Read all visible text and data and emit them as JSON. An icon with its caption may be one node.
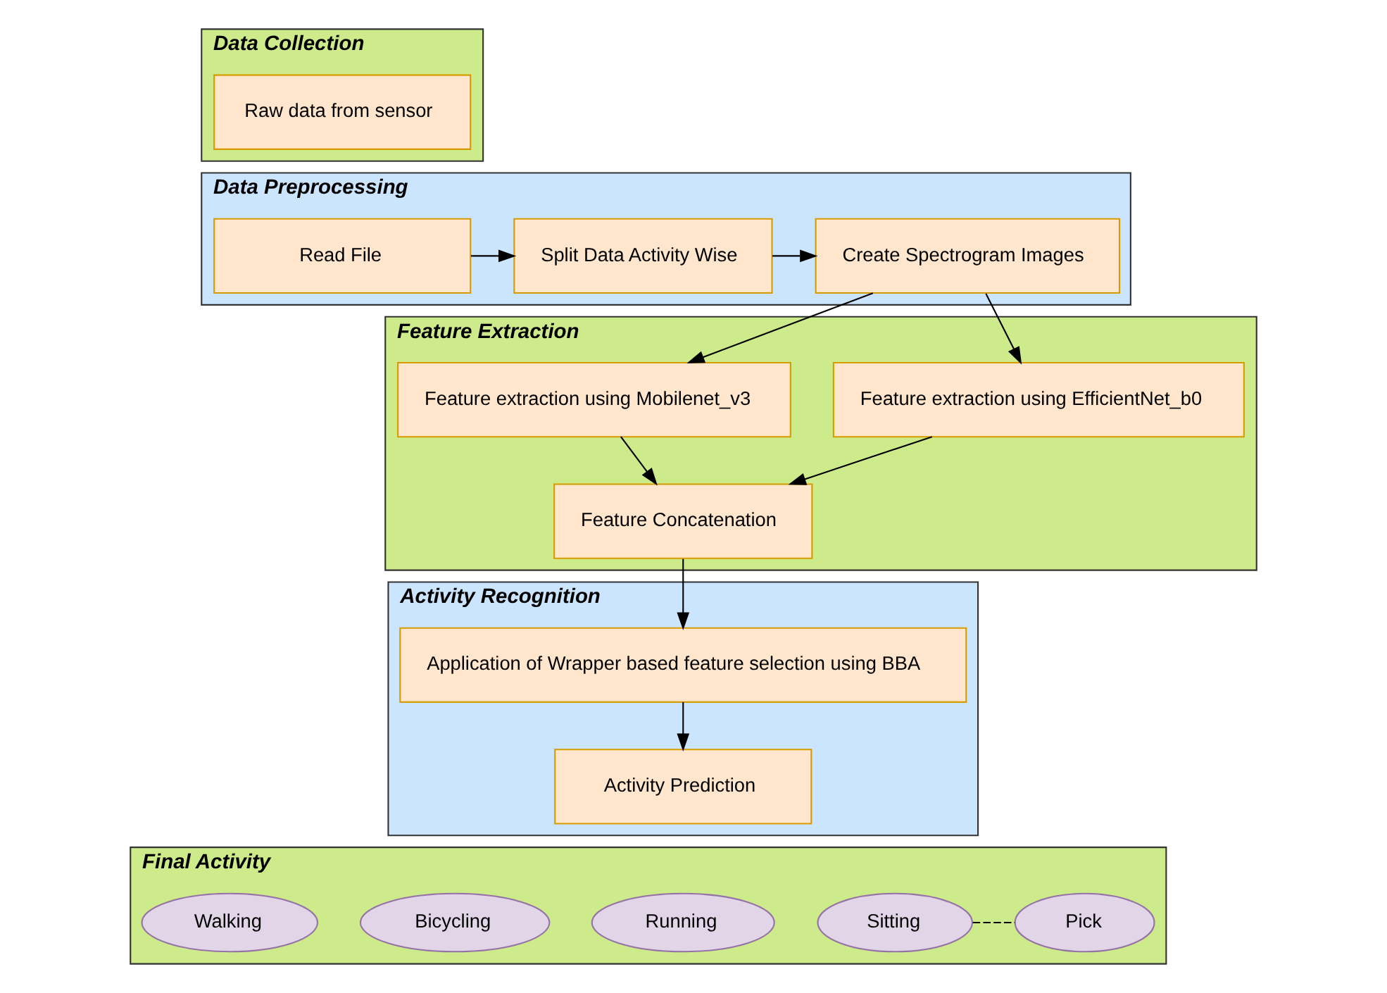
{
  "diagram": {
    "nodes": [
      {
        "text": [
          "Data Collection"
        ]
      },
      {
        "text": [
          "Raw data from sensor"
        ],
        "in": 0
      },
      {
        "text": [
          "Data Preprocessing"
        ]
      },
      {
        "text": [
          "Read File"
        ],
        "in": 2
      },
      {
        "text": [
          "Split Data Activity Wise"
        ],
        "in": 2
      },
      {
        "text": [
          "Create Spectrogram Images"
        ],
        "in": 2
      },
      {
        "text": [
          "Feature Extraction"
        ]
      },
      {
        "text": [
          "Feature extraction using EfficientNet_b0"
        ],
        "in": 6
      },
      {
        "text": [
          "Feature extraction using Mobilenet_v3"
        ],
        "in": 6
      },
      {
        "text": [
          "Feature Concatenation"
        ],
        "in": 6
      },
      {
        "text": [
          "Activity Recognition"
        ]
      },
      {
        "text": [
          "Application of Wrapper based feature selection using BBA"
        ],
        "in": 10
      },
      {
        "text": [
          "Activity Prediction"
        ],
        "in": 10
      },
      {
        "text": [
          "Final Activity"
        ]
      },
      {
        "text": [
          "Walking"
        ],
        "in": 13
      },
      {
        "text": [
          "Bicycling"
        ],
        "in": 13
      },
      {
        "text": [
          "Running"
        ],
        "in": 13
      },
      {
        "text": [
          "Sitting"
        ],
        "in": 13
      },
      {
        "text": [
          "Pick"
        ],
        "in": 13
      }
    ],
    "edges": [
      {
        "from": 3,
        "to": 4,
        "arrow": "to"
      },
      {
        "from": 4,
        "to": 5,
        "arrow": "to"
      },
      {
        "from": 5,
        "to": 7,
        "arrow": "to"
      },
      {
        "from": 5,
        "to": 8,
        "arrow": "to"
      },
      {
        "from": 7,
        "to": 9,
        "arrow": "to"
      },
      {
        "from": 8,
        "to": 9,
        "arrow": "to"
      },
      {
        "from": 9,
        "to": 11,
        "arrow": "to"
      },
      {
        "from": 11,
        "to": 12,
        "arrow": "to"
      },
      {
        "from": 17,
        "to": 18,
        "arrow": "none",
        "style": "dashed"
      }
    ]
  }
}
